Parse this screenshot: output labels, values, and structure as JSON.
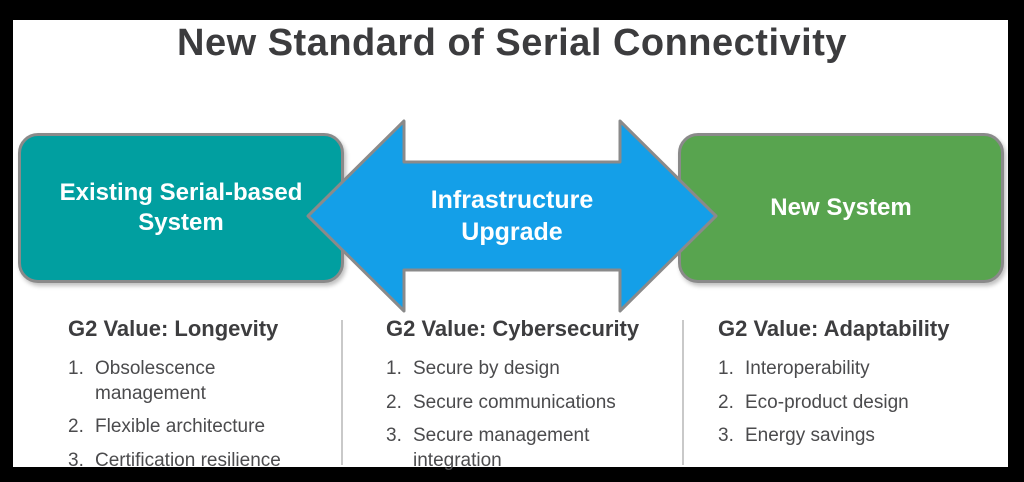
{
  "title": "New Standard of Serial Connectivity",
  "diagram": {
    "left_box": {
      "label": "Existing Serial-based System",
      "fill": "#019FA0"
    },
    "arrow": {
      "label": "Infrastructure Upgrade",
      "fill": "#149FE8"
    },
    "right_box": {
      "label": "New System",
      "fill": "#58A44F"
    },
    "border_color": "#8A8A8A",
    "divider_color": "#C9C9C9"
  },
  "columns": [
    {
      "heading": "G2 Value: Longevity",
      "items": [
        "Obsolescence management",
        "Flexible architecture",
        "Certification resilience"
      ]
    },
    {
      "heading": "G2 Value: Cybersecurity",
      "items": [
        "Secure by design",
        "Secure communications",
        "Secure management integration"
      ]
    },
    {
      "heading": "G2 Value: Adaptability",
      "items": [
        "Interoperability",
        "Eco-product design",
        "Energy savings"
      ]
    }
  ]
}
